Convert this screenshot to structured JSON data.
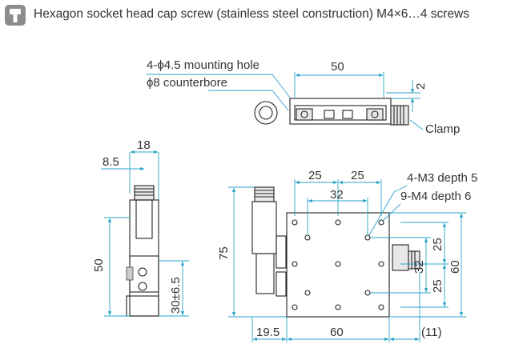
{
  "header": {
    "icon": "hex-socket-screw-icon",
    "title": "Hexagon socket head cap screw (stainless steel construction) M4×6…4 screws"
  },
  "labels": {
    "mounting_hole": "4-ϕ4.5 mounting hole",
    "counterbore": "ϕ8 counterbore",
    "clamp": "Clamp",
    "m3": "4-M3 depth 5",
    "m4": "9-M4 depth 6"
  },
  "dims": {
    "top_width": "50",
    "top_thickness": "2",
    "side_width": "18",
    "side_offset": "8.5",
    "side_height": "50",
    "side_travel": "30±6.5",
    "front_height": "75",
    "pitch_a": "25",
    "pitch_b": "25",
    "pitch_c": "32",
    "right_a": "25",
    "right_b": "25",
    "right_c": "32",
    "right_d": "60",
    "bottom_a": "19.5",
    "bottom_b": "60",
    "bottom_c": "(11)"
  },
  "colors": {
    "dimension_line": "#2aa3c8",
    "part_line": "#222222",
    "icon_bg": "#8c8c8c"
  }
}
